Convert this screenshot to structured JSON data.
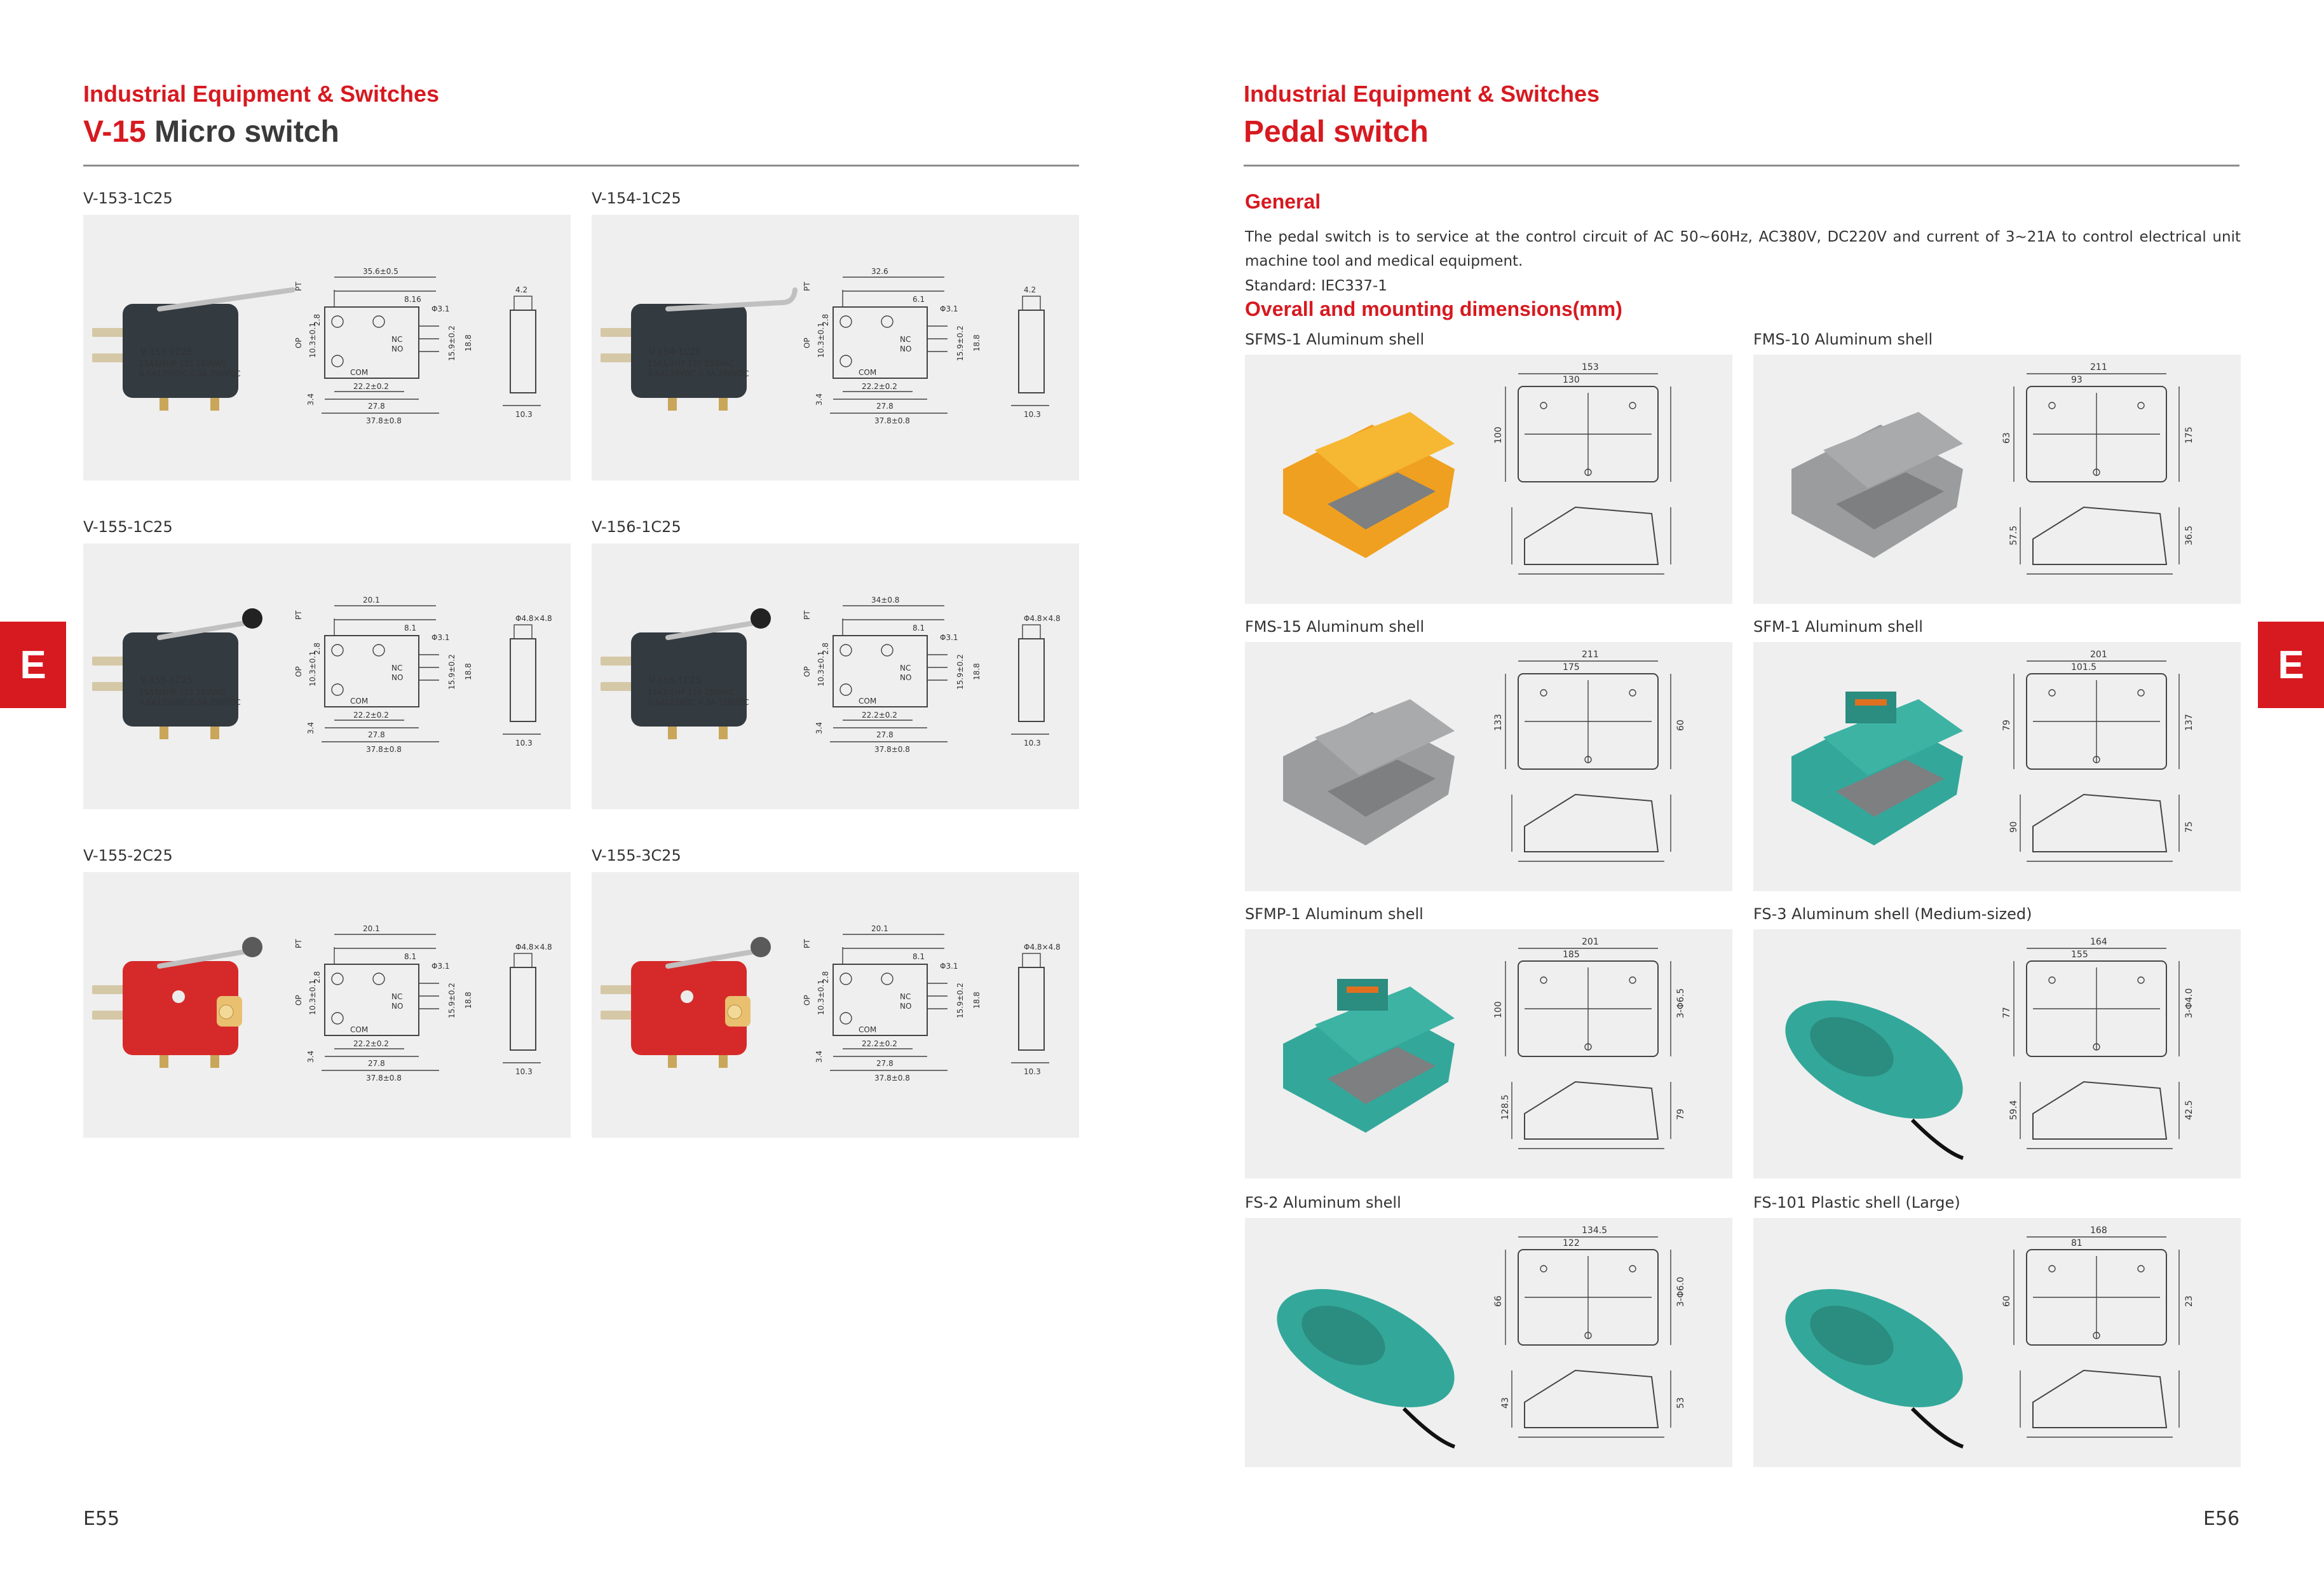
{
  "left_page": {
    "category": "Industrial Equipment & Switches",
    "title_model": "V-15",
    "title_name": "Micro switch",
    "page_number": "E55",
    "panels": [
      {
        "label": "V-153-1C25",
        "body_text": "V-153-1C25",
        "spec1": "15A1/2HP 125 250VAC",
        "spec2": "0.6A125VDC 0.3A 250VDC",
        "dim_top": "35.6±0.5",
        "dim_a": "8.16",
        "dim_hole": "Φ3.1",
        "dim_op": "OP",
        "dim_pt": "PT",
        "dim_h": "10.3±0.1",
        "dim_28": "2.8",
        "dim_34": "3.4",
        "dim_222": "22.2±0.2",
        "dim_278": "27.8",
        "dim_378": "37.8±0.8",
        "dim_159": "15.9±0.2",
        "dim_188": "18.8",
        "dim_42": "4.2",
        "dim_103": "10.3",
        "t_nc": "NC",
        "t_no": "NO",
        "t_com": "COM",
        "color": "#333a40"
      },
      {
        "label": "V-154-1C25",
        "body_text": "V-154-1C25",
        "spec1": "15A1/2HP 125 250VAC",
        "spec2": "0.6A125VDC 0.3A 250VDC",
        "dim_top": "32.6",
        "dim_a": "6.1",
        "dim_hole": "Φ3.1",
        "dim_op": "OP",
        "dim_pt": "PT",
        "dim_h": "10.3±0.1",
        "dim_28": "2.8",
        "dim_34": "3.4",
        "dim_222": "22.2±0.2",
        "dim_278": "27.8",
        "dim_378": "37.8±0.8",
        "dim_159": "15.9±0.2",
        "dim_188": "18.8",
        "dim_42": "4.2",
        "dim_103": "10.3",
        "t_nc": "NC",
        "t_no": "NO",
        "t_com": "COM",
        "color": "#333a40"
      },
      {
        "label": "V-155-1C25",
        "body_text": "V-155-1C25",
        "spec1": "15A1/2HP 125 250VAC",
        "spec2": "0.6A125VDC 0.3A 250VDC",
        "dim_top": "20.1",
        "dim_a": "8.1",
        "dim_hole": "Φ3.1",
        "dim_op": "OP",
        "dim_pt": "PT",
        "dim_h": "10.3±0.1",
        "dim_28": "2.8",
        "dim_34": "3.4",
        "dim_222": "22.2±0.2",
        "dim_278": "27.8",
        "dim_378": "37.8±0.8",
        "dim_159": "15.9±0.2",
        "dim_188": "18.8",
        "dim_42": "Φ4.8×4.8",
        "dim_103": "10.3",
        "t_nc": "NC",
        "t_no": "NO",
        "t_com": "COM",
        "color": "#333a40"
      },
      {
        "label": "V-156-1C25",
        "body_text": "V-156-1C25",
        "spec1": "15A1/2HP 125 250VAC",
        "spec2": "0.6A125VDC 0.3A 250VDC",
        "dim_top": "34±0.8",
        "dim_a": "8.1",
        "dim_hole": "Φ3.1",
        "dim_op": "OP",
        "dim_pt": "PT",
        "dim_h": "10.3±0.1",
        "dim_28": "2.8",
        "dim_34": "3.4",
        "dim_222": "22.2±0.2",
        "dim_278": "27.8",
        "dim_378": "37.8±0.8",
        "dim_159": "15.9±0.2",
        "dim_188": "18.8",
        "dim_42": "Φ4.8×4.8",
        "dim_103": "10.3",
        "t_nc": "NC",
        "t_no": "NO",
        "t_com": "COM",
        "color": "#333a40"
      },
      {
        "label": "V-155-2C25",
        "body_text": "",
        "spec1": "",
        "spec2": "",
        "dim_top": "20.1",
        "dim_a": "8.1",
        "dim_hole": "Φ3.1",
        "dim_op": "OP",
        "dim_pt": "PT",
        "dim_h": "10.3±0.1",
        "dim_28": "2.8",
        "dim_34": "3.4",
        "dim_222": "22.2±0.2",
        "dim_278": "27.8",
        "dim_378": "37.8±0.8",
        "dim_159": "15.9±0.2",
        "dim_188": "18.8",
        "dim_42": "Φ4.8×4.8",
        "dim_103": "10.3",
        "t_nc": "NC",
        "t_no": "NO",
        "t_com": "COM",
        "color": "#d62a2a"
      },
      {
        "label": "V-155-3C25",
        "body_text": "",
        "spec1": "",
        "spec2": "",
        "dim_top": "20.1",
        "dim_a": "8.1",
        "dim_hole": "Φ3.1",
        "dim_op": "OP",
        "dim_pt": "PT",
        "dim_h": "10.3±0.1",
        "dim_28": "2.8",
        "dim_34": "3.4",
        "dim_222": "22.2±0.2",
        "dim_278": "27.8",
        "dim_378": "37.8±0.8",
        "dim_159": "15.9±0.2",
        "dim_188": "18.8",
        "dim_42": "Φ4.8×4.8",
        "dim_103": "10.3",
        "t_nc": "NC",
        "t_no": "NO",
        "t_com": "COM",
        "color": "#d62a2a"
      }
    ]
  },
  "right_page": {
    "category": "Industrial Equipment & Switches",
    "title": "Pedal switch",
    "page_number": "E56",
    "general_heading": "General",
    "general_text": "The pedal switch is to service at the control circuit of AC 50~60Hz, AC380V, DC220V and current of 3~21A to control electrical unit machine tool and medical equipment.",
    "standard": "Standard: IEC337-1",
    "dims_heading": "Overall and mounting dimensions(mm)",
    "panels": [
      {
        "label": "SFMS-1 Aluminum shell",
        "color": "#f0a020",
        "d1": "153",
        "d2": "130",
        "d3": "100",
        "d4": "",
        "d5": "",
        "d6": ""
      },
      {
        "label": "FMS-10 Aluminum shell",
        "color": "#9a9c9e",
        "d1": "211",
        "d2": "93",
        "d3": "63",
        "d4": "175",
        "d5": "57.5",
        "d6": "36.5"
      },
      {
        "label": "FMS-15 Aluminum shell",
        "color": "#9a9c9e",
        "d1": "211",
        "d2": "175",
        "d3": "133",
        "d4": "60",
        "d5": "",
        "d6": ""
      },
      {
        "label": "SFM-1 Aluminum shell",
        "color": "#33a89a",
        "d1": "201",
        "d2": "101.5",
        "d3": "79",
        "d4": "137",
        "d5": "90",
        "d6": "75"
      },
      {
        "label": "SFMP-1 Aluminum shell",
        "color": "#33a89a",
        "d1": "201",
        "d2": "185",
        "d3": "100",
        "d4": "3-Φ6.5",
        "d5": "128.5",
        "d6": "79"
      },
      {
        "label": "FS-3 Aluminum shell (Medium-sized)",
        "color": "#33a89a",
        "d1": "164",
        "d2": "155",
        "d3": "77",
        "d4": "3-Φ4.0",
        "d5": "59.4",
        "d6": "42.5"
      },
      {
        "label": "FS-2 Aluminum shell",
        "color": "#33a89a",
        "d1": "134.5",
        "d2": "122",
        "d3": "66",
        "d4": "3-Φ6.0",
        "d5": "43",
        "d6": "53"
      },
      {
        "label": "FS-101 Plastic shell (Large)",
        "color": "#33a89a",
        "d1": "168",
        "d2": "81",
        "d3": "60",
        "d4": "23",
        "d5": "",
        "d6": ""
      }
    ]
  },
  "side_tabs": {
    "left": "E",
    "right": "E"
  }
}
